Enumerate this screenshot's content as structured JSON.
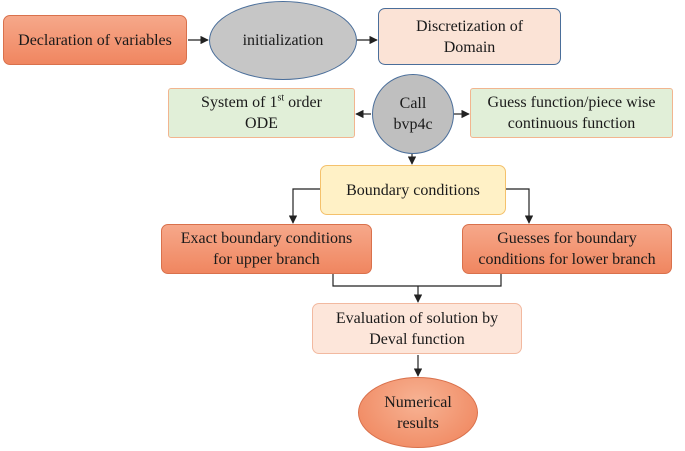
{
  "nodes": {
    "declaration": "Declaration of variables",
    "initialization": "initialization",
    "discretization_line1": "Discretization of",
    "discretization_line2": "Domain",
    "call_line1": "Call",
    "call_line2": "bvp4c",
    "system_line1_a": "System of 1",
    "system_line1_sup": "st",
    "system_line1_b": " order",
    "system_line2": "ODE",
    "guess_line1": "Guess function/piece wise",
    "guess_line2": "continuous function",
    "boundary": "Boundary conditions",
    "exact_line1": "Exact boundary conditions",
    "exact_line2": "for upper branch",
    "guesses_line1": "Guesses for boundary",
    "guesses_line2": "conditions for lower branch",
    "evaluation_line1": "Evaluation of solution by",
    "evaluation_line2": "Deval function",
    "numerical_line1": "Numerical",
    "numerical_line2": "results"
  },
  "colors": {
    "orange": "#f08660",
    "peach": "#fbe3d6",
    "green": "#e1efd8",
    "yellow": "#fff1c6",
    "gray": "#c6c6c6",
    "arrow": "#222222"
  }
}
